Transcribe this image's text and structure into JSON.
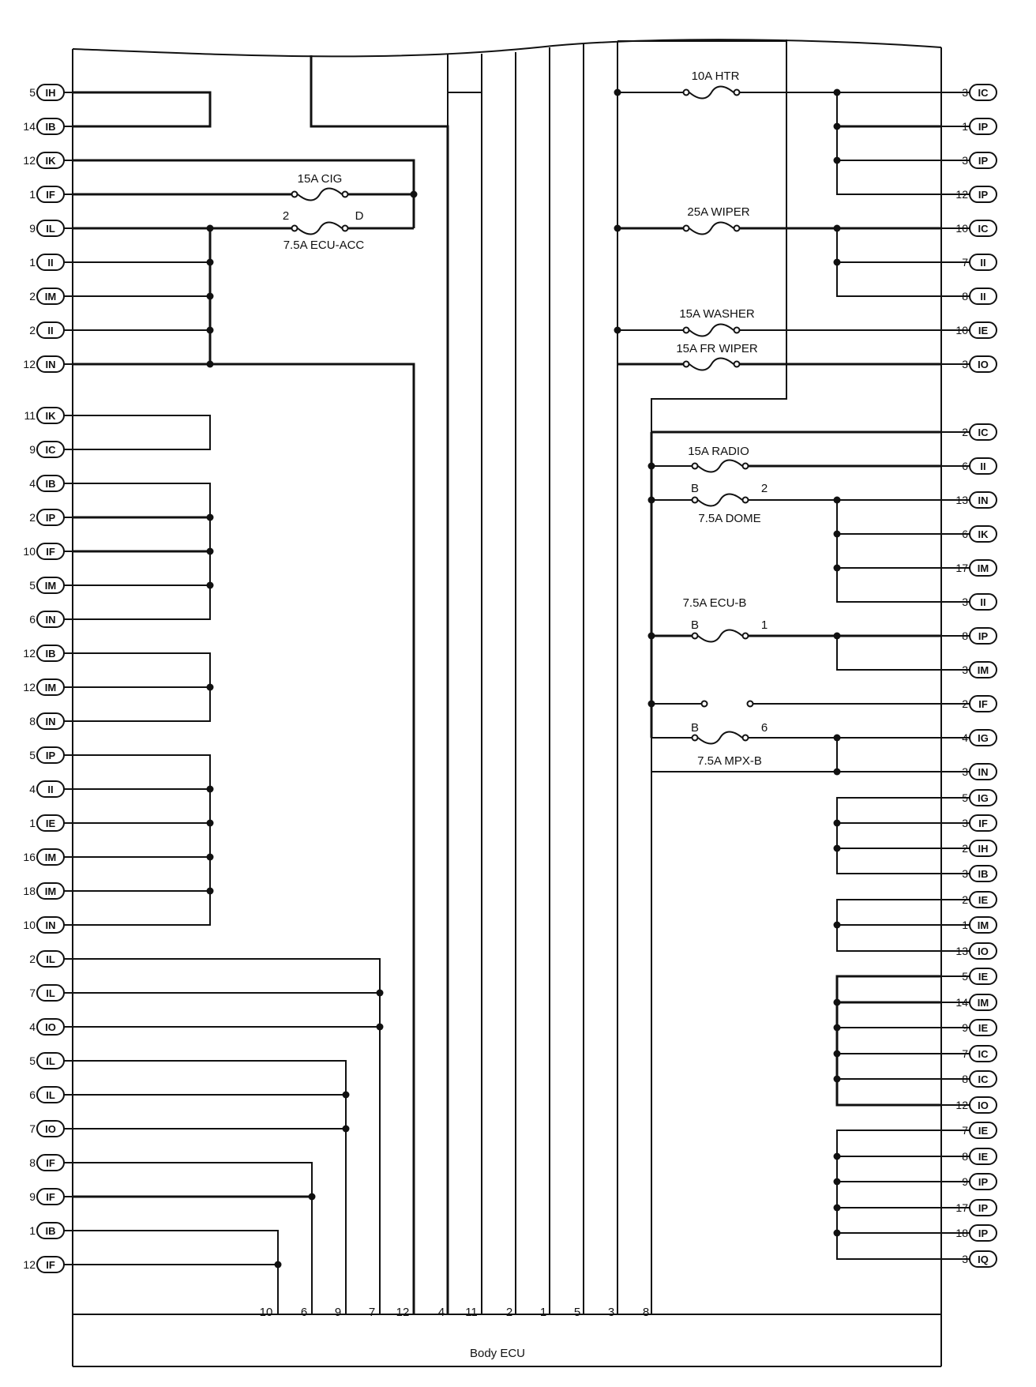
{
  "left_pins": [
    {
      "pin": "5",
      "code": "IH"
    },
    {
      "pin": "14",
      "code": "IB"
    },
    {
      "pin": "12",
      "code": "IK"
    },
    {
      "pin": "1",
      "code": "IF"
    },
    {
      "pin": "9",
      "code": "IL"
    },
    {
      "pin": "1",
      "code": "II"
    },
    {
      "pin": "2",
      "code": "IM"
    },
    {
      "pin": "2",
      "code": "II"
    },
    {
      "pin": "12",
      "code": "IN"
    },
    {
      "pin": "11",
      "code": "IK"
    },
    {
      "pin": "9",
      "code": "IC"
    },
    {
      "pin": "4",
      "code": "IB"
    },
    {
      "pin": "2",
      "code": "IP"
    },
    {
      "pin": "10",
      "code": "IF"
    },
    {
      "pin": "5",
      "code": "IM"
    },
    {
      "pin": "6",
      "code": "IN"
    },
    {
      "pin": "12",
      "code": "IB"
    },
    {
      "pin": "12",
      "code": "IM"
    },
    {
      "pin": "8",
      "code": "IN"
    },
    {
      "pin": "5",
      "code": "IP"
    },
    {
      "pin": "4",
      "code": "II"
    },
    {
      "pin": "1",
      "code": "IE"
    },
    {
      "pin": "16",
      "code": "IM"
    },
    {
      "pin": "18",
      "code": "IM"
    },
    {
      "pin": "10",
      "code": "IN"
    },
    {
      "pin": "2",
      "code": "IL"
    },
    {
      "pin": "7",
      "code": "IL"
    },
    {
      "pin": "4",
      "code": "IO"
    },
    {
      "pin": "5",
      "code": "IL"
    },
    {
      "pin": "6",
      "code": "IL"
    },
    {
      "pin": "7",
      "code": "IO"
    },
    {
      "pin": "8",
      "code": "IF"
    },
    {
      "pin": "9",
      "code": "IF"
    },
    {
      "pin": "1",
      "code": "IB"
    },
    {
      "pin": "12",
      "code": "IF"
    }
  ],
  "right_pins": [
    {
      "pin": "3",
      "code": "IC"
    },
    {
      "pin": "1",
      "code": "IP"
    },
    {
      "pin": "3",
      "code": "IP"
    },
    {
      "pin": "12",
      "code": "IP"
    },
    {
      "pin": "10",
      "code": "IC"
    },
    {
      "pin": "7",
      "code": "II"
    },
    {
      "pin": "8",
      "code": "II"
    },
    {
      "pin": "10",
      "code": "IE"
    },
    {
      "pin": "3",
      "code": "IO"
    },
    {
      "pin": "2",
      "code": "IC"
    },
    {
      "pin": "6",
      "code": "II"
    },
    {
      "pin": "13",
      "code": "IN"
    },
    {
      "pin": "6",
      "code": "IK"
    },
    {
      "pin": "17",
      "code": "IM"
    },
    {
      "pin": "3",
      "code": "II"
    },
    {
      "pin": "8",
      "code": "IP"
    },
    {
      "pin": "3",
      "code": "IM"
    },
    {
      "pin": "2",
      "code": "IF"
    },
    {
      "pin": "4",
      "code": "IG"
    },
    {
      "pin": "3",
      "code": "IN"
    },
    {
      "pin": "5",
      "code": "IG"
    },
    {
      "pin": "3",
      "code": "IF"
    },
    {
      "pin": "2",
      "code": "IH"
    },
    {
      "pin": "3",
      "code": "IB"
    },
    {
      "pin": "2",
      "code": "IE"
    },
    {
      "pin": "1",
      "code": "IM"
    },
    {
      "pin": "13",
      "code": "IO"
    },
    {
      "pin": "5",
      "code": "IE"
    },
    {
      "pin": "14",
      "code": "IM"
    },
    {
      "pin": "9",
      "code": "IE"
    },
    {
      "pin": "7",
      "code": "IC"
    },
    {
      "pin": "8",
      "code": "IC"
    },
    {
      "pin": "12",
      "code": "IO"
    },
    {
      "pin": "7",
      "code": "IE"
    },
    {
      "pin": "8",
      "code": "IE"
    },
    {
      "pin": "9",
      "code": "IP"
    },
    {
      "pin": "17",
      "code": "IP"
    },
    {
      "pin": "18",
      "code": "IP"
    },
    {
      "pin": "3",
      "code": "IQ"
    }
  ],
  "fuses": {
    "htr": "10A HTR",
    "cig": "15A CIG",
    "ecu_acc": "7.5A ECU-ACC",
    "ecu_acc_in": "2",
    "ecu_acc_out": "D",
    "wiper": "25A WIPER",
    "washer": "15A WASHER",
    "fr_wiper": "15A FR WIPER",
    "radio": "15A RADIO",
    "dome": "7.5A DOME",
    "dome_in": "B",
    "dome_out": "2",
    "ecu_b": "7.5A ECU-B",
    "ecu_b_in": "B",
    "ecu_b_out": "1",
    "mpx_b": "7.5A MPX-B",
    "mpx_b_in": "B",
    "mpx_b_out": "6"
  },
  "bottom_numbers": [
    "10",
    "6",
    "9",
    "7",
    "12",
    "4",
    "11",
    "2",
    "1",
    "5",
    "3",
    "8"
  ],
  "ecu_label": "Body ECU"
}
